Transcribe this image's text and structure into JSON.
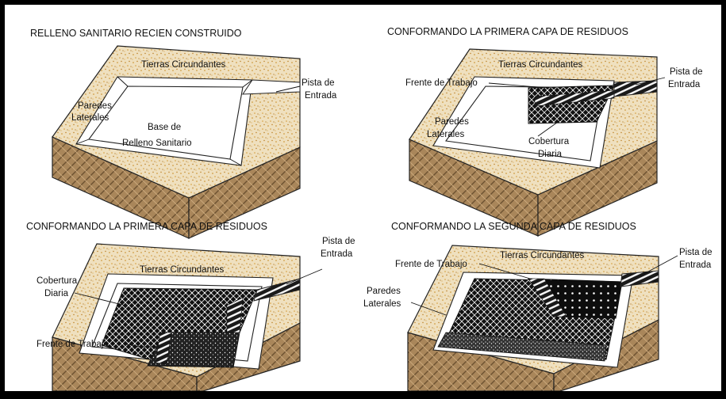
{
  "panels": [
    {
      "title": "RELLENO SANITARIO  RECIEN CONSTRUIDO",
      "labels": {
        "tierras": "Tierras Circundantes",
        "pista_1": "Pista de",
        "pista_2": "Entrada",
        "paredes_1": "Paredes",
        "paredes_2": "Laterales",
        "base_1": "Base de",
        "base_2": "Relleno Sanitario"
      }
    },
    {
      "title": "CONFORMANDO LA PRIMERA CAPA DE RESIDUOS",
      "labels": {
        "tierras": "Tierras Circundantes",
        "pista_1": "Pista de",
        "pista_2": "Entrada",
        "frente": "Frente de Trabajo",
        "paredes_1": "Paredes",
        "paredes_2": "Laterales",
        "cobertura_1": "Cobertura",
        "cobertura_2": "Diaria"
      }
    },
    {
      "title": "CONFORMANDO LA PRIMERA CAPA DE RESIDUOS",
      "labels": {
        "tierras": "Tierras Circundantes",
        "pista_1": "Pista de",
        "pista_2": "Entrada",
        "cobertura_1": "Cobertura",
        "cobertura_2": "Diaria",
        "frente": "Frente de Trabajo"
      }
    },
    {
      "title": "CONFORMANDO LA SEGUNDA CAPA DE RESIDUOS",
      "labels": {
        "tierras": "Tierras Circundantes",
        "pista_1": "Pista de",
        "pista_2": "Entrada",
        "frente": "Frente de Trabajo",
        "paredes_1": "Paredes",
        "paredes_2": "Laterales"
      }
    }
  ]
}
